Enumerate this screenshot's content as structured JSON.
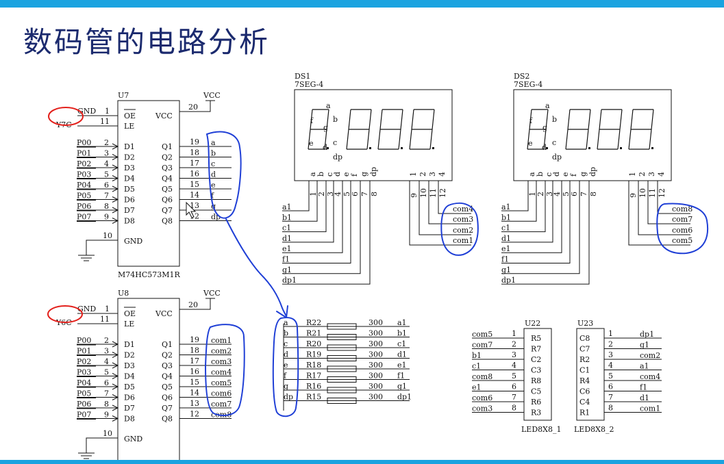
{
  "title": "数码管的电路分析",
  "colors": {
    "accent_bar": "#1aa3e0",
    "title": "#1b2a6e",
    "pen_blue": "#1f3fd6",
    "pen_red": "#e3201b"
  },
  "u7": {
    "ref": "U7",
    "part": "M74HC573M1R",
    "vcc": "VCC",
    "vcc_pin": "20",
    "gnd_pin": "10",
    "gnd_label": "GND",
    "gnd_net": "GND",
    "le_net": "Y7C",
    "oe_pin": "1",
    "le_pin": "11",
    "oe_label": "OE",
    "le_label": "LE",
    "vcc_inner": "VCC",
    "d_labels": [
      "D1",
      "D2",
      "D3",
      "D4",
      "D5",
      "D6",
      "D7",
      "D8"
    ],
    "d_pins": [
      "2",
      "3",
      "4",
      "5",
      "6",
      "7",
      "8",
      "9"
    ],
    "d_nets": [
      "P00",
      "P01",
      "P02",
      "P03",
      "P04",
      "P05",
      "P06",
      "P07"
    ],
    "q_labels": [
      "Q1",
      "Q2",
      "Q3",
      "Q4",
      "Q5",
      "Q6",
      "Q7",
      "Q8"
    ],
    "q_pins": [
      "19",
      "18",
      "17",
      "16",
      "15",
      "14",
      "13",
      "12"
    ],
    "q_nets": [
      "a",
      "b",
      "c",
      "d",
      "e",
      "f",
      "g",
      "dp"
    ]
  },
  "u8": {
    "ref": "U8",
    "part": "M74HC573M1R",
    "vcc": "VCC",
    "vcc_pin": "20",
    "gnd_pin": "10",
    "gnd_label": "GND",
    "gnd_net": "GND",
    "le_net": "Y6C",
    "oe_pin": "1",
    "le_pin": "11",
    "oe_label": "OE",
    "le_label": "LE",
    "vcc_inner": "VCC",
    "d_labels": [
      "D1",
      "D2",
      "D3",
      "D4",
      "D5",
      "D6",
      "D7",
      "D8"
    ],
    "d_pins": [
      "2",
      "3",
      "4",
      "5",
      "6",
      "7",
      "8",
      "9"
    ],
    "d_nets": [
      "P00",
      "P01",
      "P02",
      "P03",
      "P04",
      "P05",
      "P06",
      "P07"
    ],
    "q_labels": [
      "Q1",
      "Q2",
      "Q3",
      "Q4",
      "Q5",
      "Q6",
      "Q7",
      "Q8"
    ],
    "q_pins": [
      "19",
      "18",
      "17",
      "16",
      "15",
      "14",
      "13",
      "12"
    ],
    "q_nets": [
      "com1",
      "com2",
      "com3",
      "com4",
      "com5",
      "com6",
      "com7",
      "com8"
    ]
  },
  "ds1": {
    "ref": "DS1",
    "type": "7SEG-4",
    "seg_letters": [
      "a",
      "b",
      "c",
      "d",
      "e",
      "f",
      "g",
      "dp"
    ],
    "seg_labels": [
      "a",
      "b",
      "c",
      "d",
      "e",
      "f",
      "g",
      "dp"
    ],
    "seg_pins": [
      "1",
      "2",
      "3",
      "4",
      "5",
      "6",
      "7",
      "8"
    ],
    "com_labels": [
      "1",
      "2",
      "3",
      "4"
    ],
    "com_pins": [
      "9",
      "10",
      "11",
      "12"
    ],
    "seg_nets": [
      "a1",
      "b1",
      "c1",
      "d1",
      "e1",
      "f1",
      "g1",
      "dp1"
    ],
    "com_nets": [
      "com4",
      "com3",
      "com2",
      "com1"
    ]
  },
  "ds2": {
    "ref": "DS2",
    "type": "7SEG-4",
    "seg_letters": [
      "a",
      "b",
      "c",
      "d",
      "e",
      "f",
      "g",
      "dp"
    ],
    "seg_labels": [
      "a",
      "b",
      "c",
      "d",
      "e",
      "f",
      "g",
      "dp"
    ],
    "seg_pins": [
      "1",
      "2",
      "3",
      "4",
      "5",
      "6",
      "7",
      "8"
    ],
    "com_labels": [
      "1",
      "2",
      "3",
      "4"
    ],
    "com_pins": [
      "9",
      "10",
      "11",
      "12"
    ],
    "seg_nets": [
      "a1",
      "b1",
      "c1",
      "d1",
      "e1",
      "f1",
      "g1",
      "dp1"
    ],
    "com_nets": [
      "com8",
      "com7",
      "com6",
      "com5"
    ]
  },
  "resistors": {
    "left_nets": [
      "a",
      "b",
      "c",
      "d",
      "e",
      "f",
      "g",
      "dp"
    ],
    "refs": [
      "R22",
      "R21",
      "R20",
      "R19",
      "R18",
      "R17",
      "R16",
      "R15"
    ],
    "values": [
      "300",
      "300",
      "300",
      "300",
      "300",
      "300",
      "300",
      "300"
    ],
    "right_nets": [
      "a1",
      "b1",
      "c1",
      "d1",
      "e1",
      "f1",
      "g1",
      "dp1"
    ]
  },
  "u22": {
    "ref": "U22",
    "part": "LED8X8_1",
    "nets": [
      "com5",
      "com7",
      "b1",
      "c1",
      "com8",
      "e1",
      "com6",
      "com3"
    ],
    "pins": [
      "1",
      "2",
      "3",
      "4",
      "5",
      "6",
      "7",
      "8"
    ],
    "labels": [
      "R5",
      "R7",
      "C2",
      "C3",
      "R8",
      "C5",
      "R6",
      "R3"
    ]
  },
  "u23": {
    "ref": "U23",
    "part": "LED8X8_2",
    "labels": [
      "C8",
      "C7",
      "R2",
      "C1",
      "R4",
      "C6",
      "C4",
      "R1"
    ],
    "pins": [
      "1",
      "2",
      "3",
      "4",
      "5",
      "6",
      "7",
      "8"
    ],
    "nets": [
      "dp1",
      "g1",
      "com2",
      "a1",
      "com4",
      "f1",
      "d1",
      "com1"
    ]
  }
}
